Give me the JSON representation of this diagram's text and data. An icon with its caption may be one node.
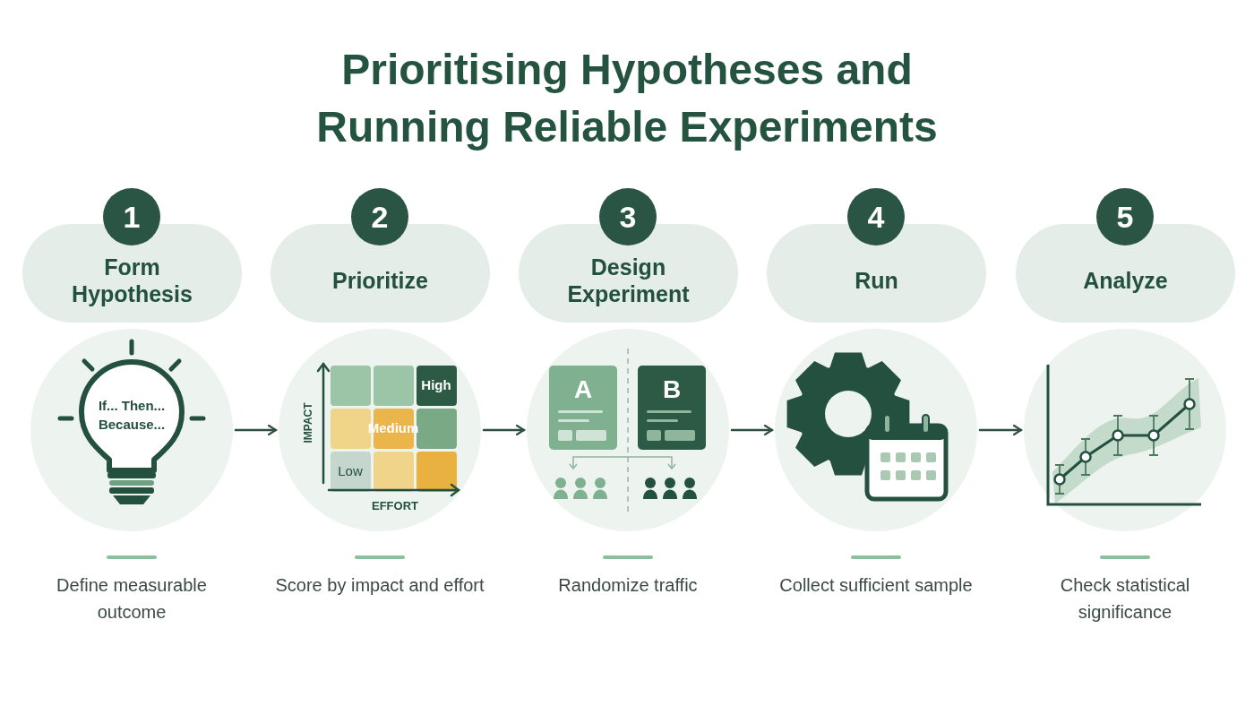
{
  "diagram": {
    "title": "Prioritising Hypotheses and Running Reliable Experiments",
    "nodes": [
      {
        "text": [
          "1"
        ]
      },
      {
        "text": [
          "Form Hypothesis"
        ]
      },
      {
        "text": [
          "If... Then... Because..."
        ],
        "beside": [
          "Define measurable outcome"
        ]
      },
      {
        "text": [
          "2"
        ]
      },
      {
        "text": [
          "Prioritize"
        ]
      },
      {
        "text": [
          "High",
          "Medium",
          "Low",
          "IMPACT",
          "EFFORT"
        ],
        "beside": [
          "Score by impact and effort"
        ]
      },
      {
        "text": [
          "3"
        ]
      },
      {
        "text": [
          "Design Experiment"
        ]
      },
      {
        "text": [
          "A",
          "B"
        ],
        "beside": [
          "Randomize traffic"
        ]
      },
      {
        "text": [
          "4"
        ]
      },
      {
        "text": [
          "Run"
        ]
      },
      {
        "text": [],
        "shape": "circle",
        "beside": [
          "Collect sufficient sample"
        ]
      },
      {
        "text": [
          "5"
        ]
      },
      {
        "text": [
          "Analyze"
        ]
      },
      {
        "text": [],
        "shape": "circle",
        "beside": [
          "Check statistical significance"
        ]
      }
    ],
    "edges": [
      {
        "from": 2,
        "to": 5,
        "arrow": "to"
      },
      {
        "from": 5,
        "to": 8,
        "arrow": "to"
      },
      {
        "from": 8,
        "to": 11,
        "arrow": "to"
      },
      {
        "from": 11,
        "to": 14,
        "arrow": "to"
      }
    ]
  }
}
